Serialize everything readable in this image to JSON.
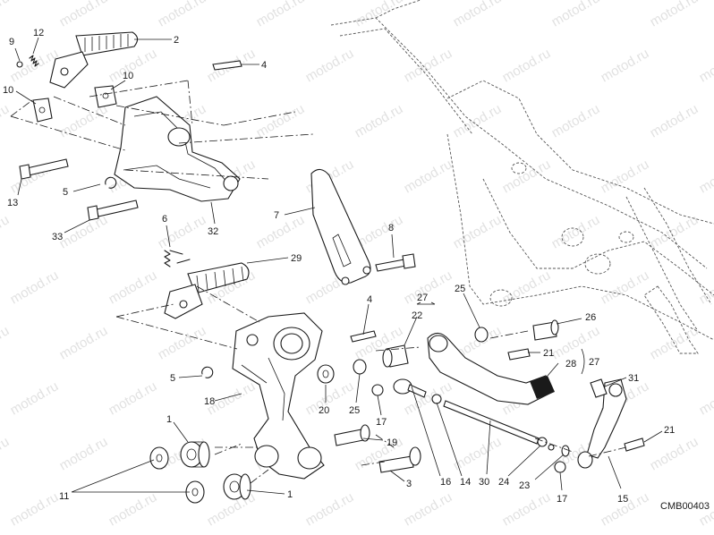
{
  "watermark": "motod.ru",
  "drawing_code": "CMB00403",
  "labels": {
    "l9": "9",
    "l12": "12",
    "l2": "2",
    "l10a": "10",
    "l10b": "10",
    "l4a": "4",
    "l13": "13",
    "l5a": "5",
    "l33": "33",
    "l32": "32",
    "l6": "6",
    "l7": "7",
    "l8": "8",
    "l29": "29",
    "l27a": "27",
    "l22": "22",
    "l25a": "25",
    "l26": "26",
    "l4b": "4",
    "l21a": "21",
    "l28": "28",
    "l27b": "27",
    "l5b": "5",
    "l18": "18",
    "l20": "20",
    "l25b": "25",
    "l17a": "17",
    "l31": "31",
    "l1a": "1",
    "l19": "19",
    "l21b": "21",
    "l11": "11",
    "l1b": "1",
    "l3": "3",
    "l16": "16",
    "l14": "14",
    "l30": "30",
    "l24": "24",
    "l23": "23",
    "l17b": "17",
    "l15": "15"
  }
}
